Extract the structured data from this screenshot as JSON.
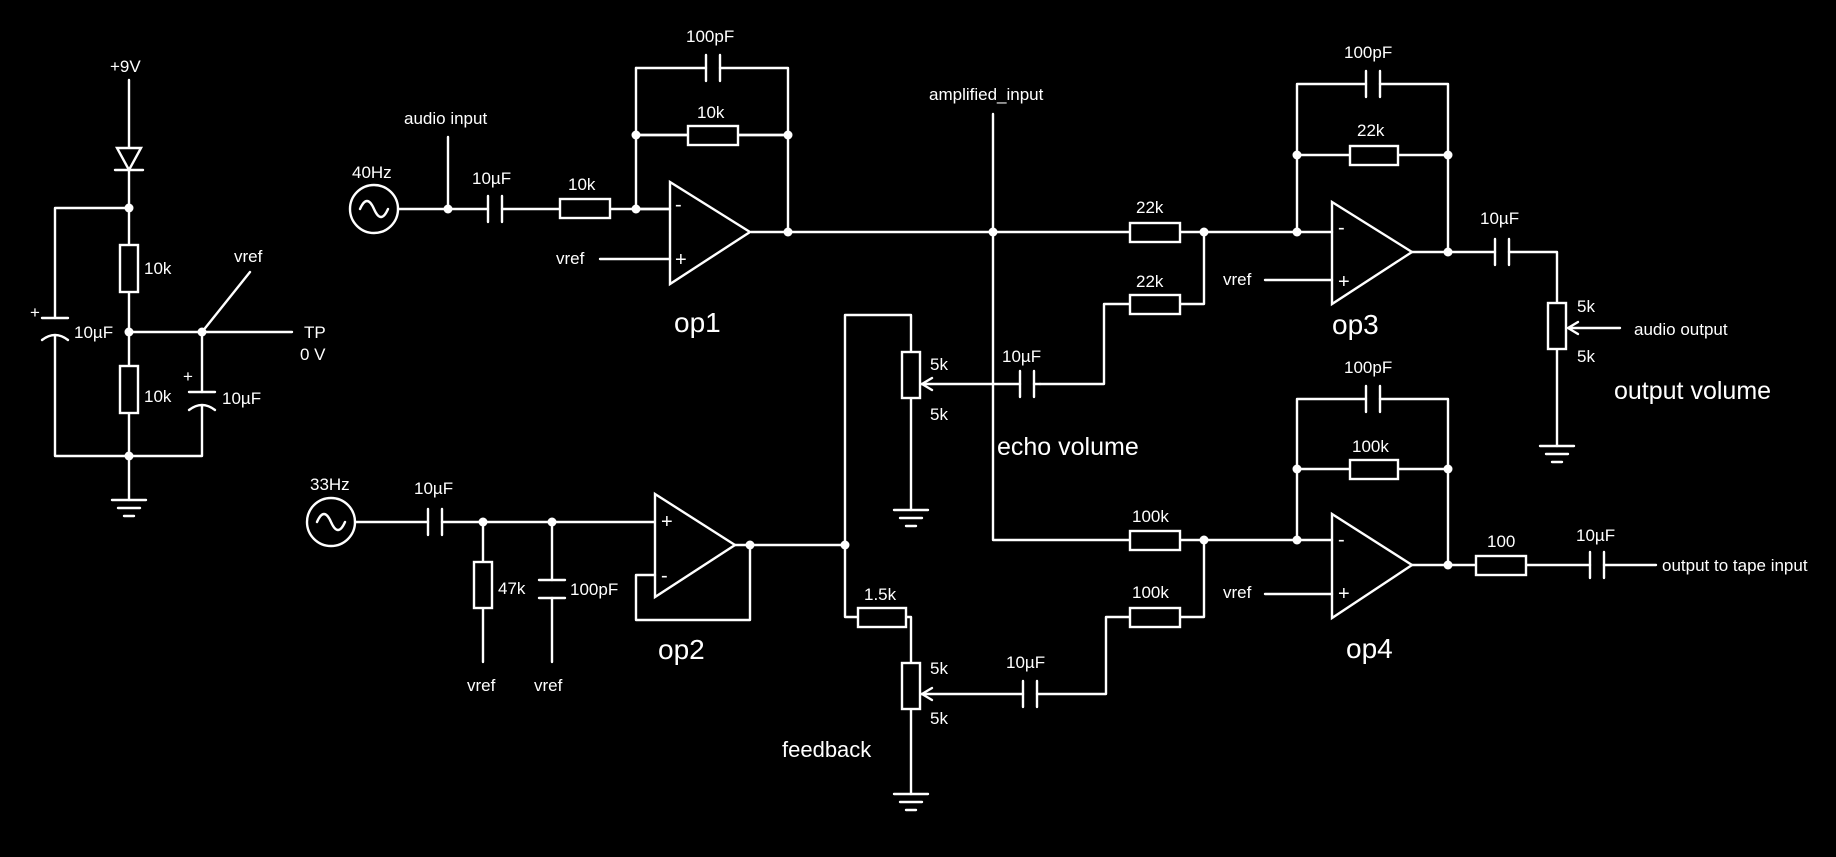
{
  "supply": {
    "rail": "+9V",
    "r_top": "10k",
    "r_bottom": "10k",
    "c_left": "10µF",
    "c_mid": "10µF",
    "plus_sign": "+",
    "vref": "vref",
    "tp": "TP",
    "tp_voltage": "0 V"
  },
  "input_stage": {
    "source": "40Hz",
    "input_label": "audio input",
    "c_in": "10µF",
    "r_in": "10k",
    "c_fb": "100pF",
    "r_fb": "10k",
    "vref": "vref",
    "name": "op1"
  },
  "mix_stage": {
    "node_label": "amplified_input",
    "r_a": "22k",
    "r_b": "22k",
    "c_fb": "100pF",
    "r_fb": "22k",
    "vref": "vref",
    "name": "op3",
    "c_out": "10µF",
    "pot_top": "5k",
    "pot_bottom": "5k",
    "output_label": "audio output",
    "control": "output volume"
  },
  "echo": {
    "pot_top": "5k",
    "pot_bottom": "5k",
    "cap": "10µF",
    "control": "echo volume"
  },
  "lfo_stage": {
    "source": "33Hz",
    "c_in": "10µF",
    "r_shunt": "47k",
    "c_shunt": "100pF",
    "vref_a": "vref",
    "vref_b": "vref",
    "name": "op2"
  },
  "feedback": {
    "r": "1.5k",
    "pot_top": "5k",
    "pot_bottom": "5k",
    "cap": "10µF",
    "control": "feedback"
  },
  "tape_stage": {
    "r_a": "100k",
    "r_b": "100k",
    "c_fb": "100pF",
    "r_fb": "100k",
    "vref": "vref",
    "name": "op4",
    "r_out": "100",
    "c_out": "10µF",
    "output_label": "output to tape input"
  },
  "signs": {
    "minus": "-",
    "plus": "+"
  }
}
